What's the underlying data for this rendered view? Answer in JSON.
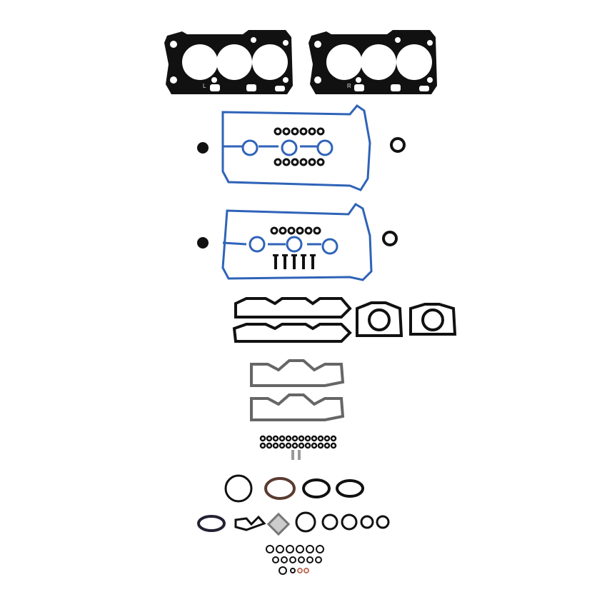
{
  "image": {
    "subject": "Engine cylinder head gasket set (V6)",
    "background": "#ffffff",
    "colors": {
      "graphite_gasket": "#111111",
      "valve_cover_blue": "#2f63b8",
      "mls_steel": "#6f6f6f",
      "copper_washer": "#c0705a",
      "bronze_seal": "#5a3a30"
    }
  },
  "components": {
    "head_gaskets": [
      {
        "label": "L"
      },
      {
        "label": "R"
      }
    ],
    "valve_cover_gaskets": 2,
    "spark_plug_tube_seals": 18,
    "valve_cover_bolts": 5,
    "cam_plugs": 2,
    "cam_seals": 2,
    "intake_manifold_gaskets": 2,
    "throttle_body_gaskets": 2,
    "exhaust_manifold_gaskets": 2,
    "small_orings_row": 24,
    "dowel_pins": 2,
    "misc_gaskets": 8,
    "misc_orings": 18
  }
}
